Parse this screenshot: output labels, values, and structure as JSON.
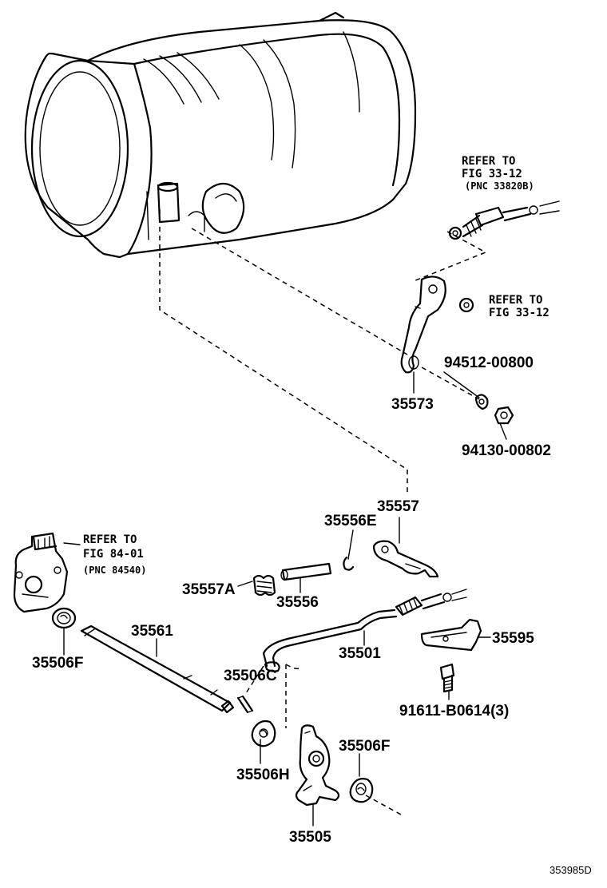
{
  "labels": {
    "p35573": "35573",
    "p94512": "94512-00800",
    "p94130": "94130-00802",
    "p35557": "35557",
    "p35556E": "35556E",
    "p35557A": "35557A",
    "p35556": "35556",
    "p35561": "35561",
    "p35506F_left": "35506F",
    "p35506C": "35506C",
    "p35501": "35501",
    "p35595": "35595",
    "p91611": "91611-B0614(3)",
    "p35506H": "35506H",
    "p35505": "35505",
    "p35506F_right": "35506F"
  },
  "refs": {
    "cable": {
      "line1": "REFER TO",
      "line2": "FIG 33-12",
      "line3": "(PNC 33820B)"
    },
    "nut": {
      "line1": "REFER TO",
      "line2": "FIG 33-12"
    },
    "switch": {
      "line1": "REFER TO",
      "line2": "FIG 84-01",
      "line3": "(PNC 84540)"
    }
  },
  "figure_code": "353985D"
}
